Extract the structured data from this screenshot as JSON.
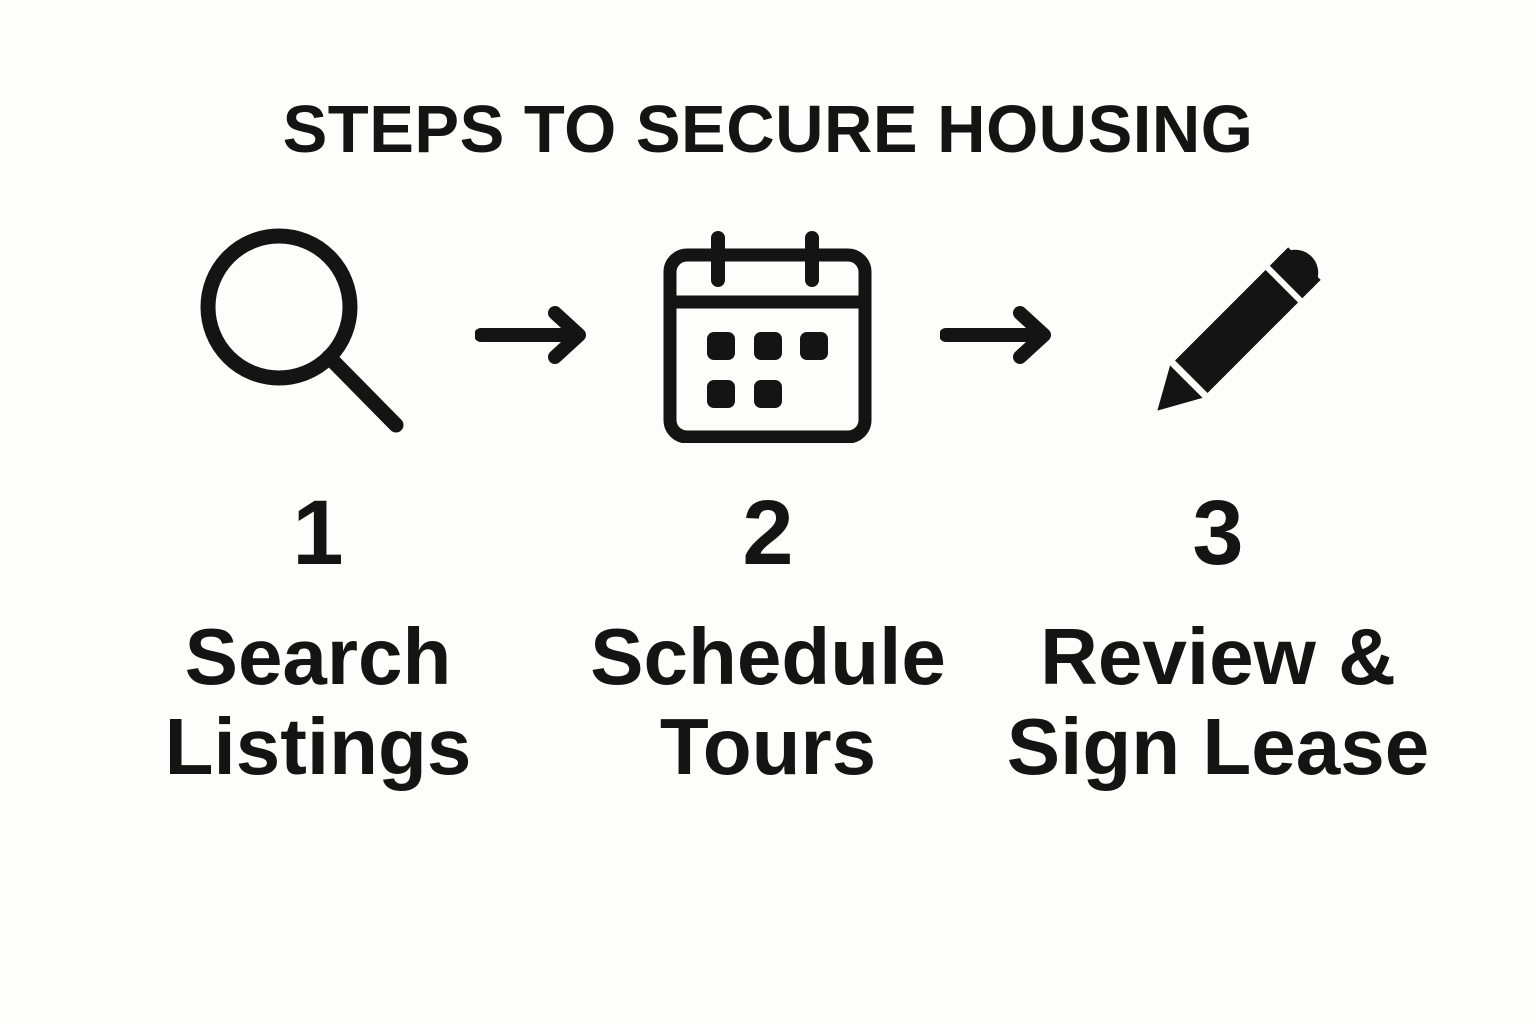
{
  "page": {
    "background_color": "#fdfdfb",
    "ink_color": "#141414"
  },
  "header": {
    "title": "STEPS TO SECURE HOUSING"
  },
  "flow": {
    "connector_1": "arrow-right",
    "connector_2": "arrow-right"
  },
  "steps": [
    {
      "number": "1",
      "label": "Search\nListings",
      "icon": "magnifying-glass-icon"
    },
    {
      "number": "2",
      "label": "Schedule\nTours",
      "icon": "calendar-icon"
    },
    {
      "number": "3",
      "label": "Review &\nSign Lease",
      "icon": "pencil-icon"
    }
  ]
}
